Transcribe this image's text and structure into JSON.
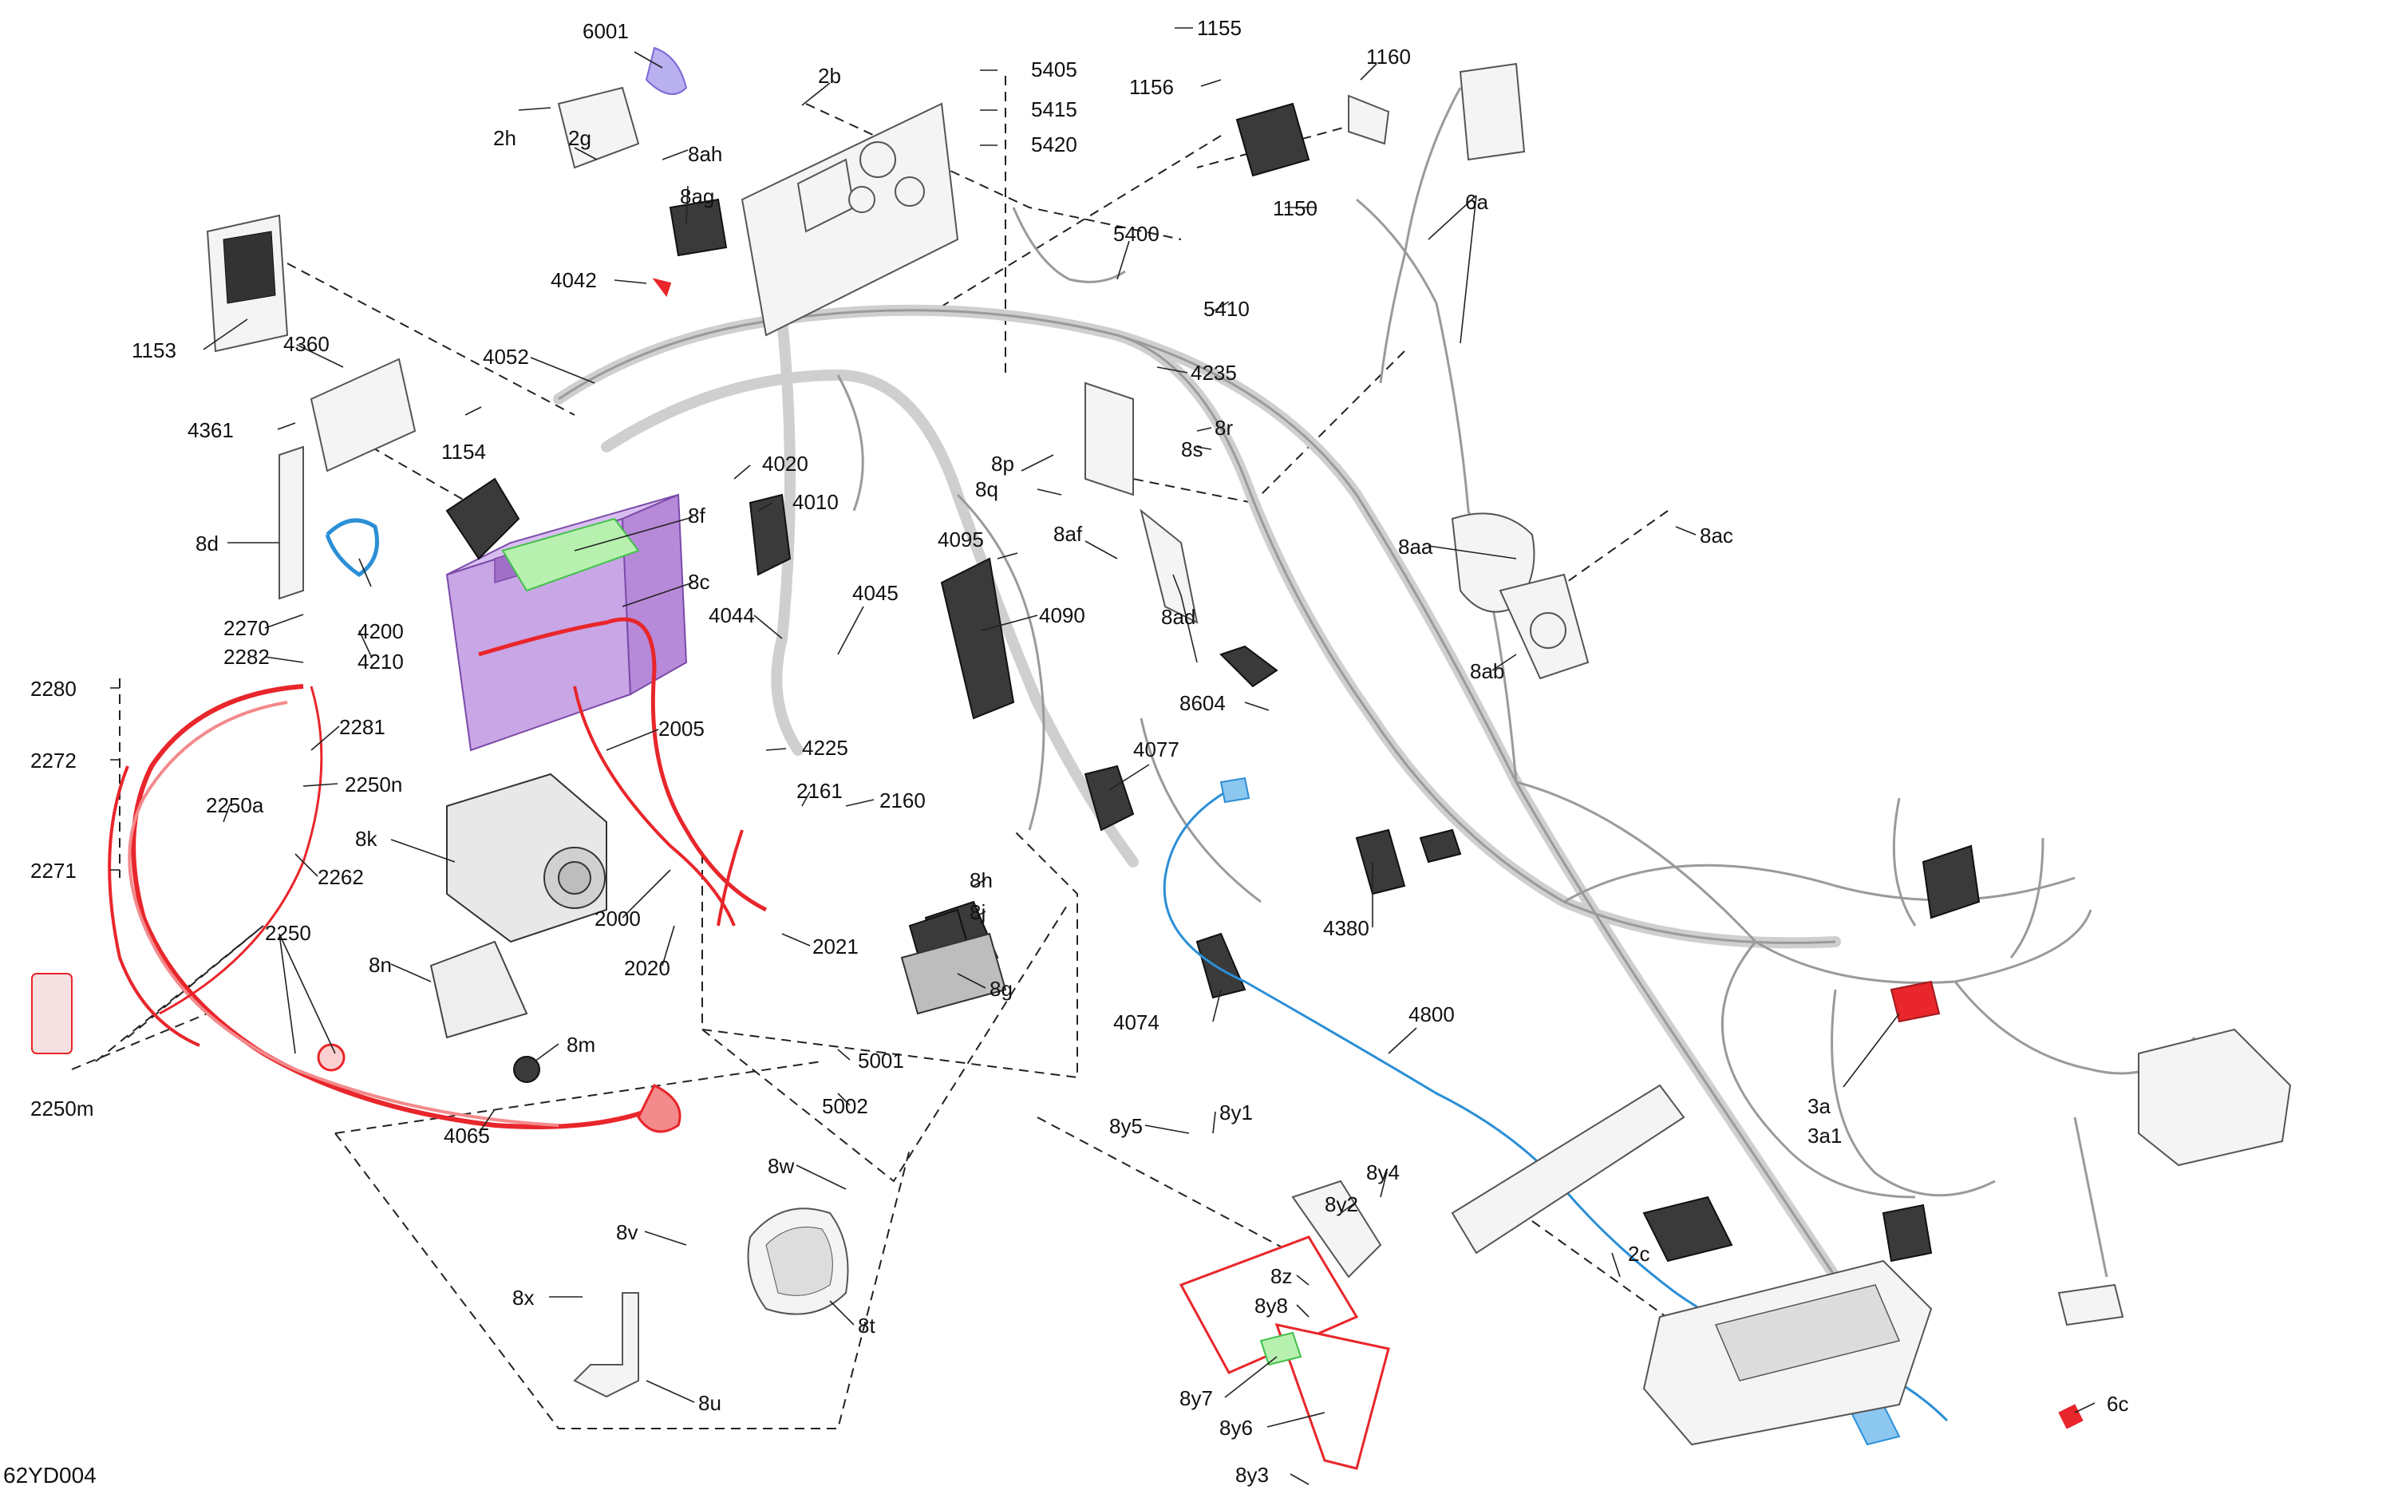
{
  "diagram_code": "62YD004",
  "colors": {
    "red": "#e8262b",
    "blue": "#2b8fd6",
    "purple": "#9b59d0",
    "green": "#42c24a",
    "lavender": "#7a6ad8",
    "battery": "#c9a6e6"
  },
  "callouts": [
    {
      "id": "6001",
      "label": "6001"
    },
    {
      "id": "2b",
      "label": "2b"
    },
    {
      "id": "2h",
      "label": "2h"
    },
    {
      "id": "2g",
      "label": "2g"
    },
    {
      "id": "8ah",
      "label": "8ah"
    },
    {
      "id": "8ag",
      "label": "8ag"
    },
    {
      "id": "4042",
      "label": "4042"
    },
    {
      "id": "1153",
      "label": "1153"
    },
    {
      "id": "4360",
      "label": "4360"
    },
    {
      "id": "4361",
      "label": "4361"
    },
    {
      "id": "4052",
      "label": "4052"
    },
    {
      "id": "1154",
      "label": "1154"
    },
    {
      "id": "4020",
      "label": "4020"
    },
    {
      "id": "4010",
      "label": "4010"
    },
    {
      "id": "8f",
      "label": "8f"
    },
    {
      "id": "8c",
      "label": "8c"
    },
    {
      "id": "8d",
      "label": "8d"
    },
    {
      "id": "4200",
      "label": "4200"
    },
    {
      "id": "4210",
      "label": "4210"
    },
    {
      "id": "2270",
      "label": "2270"
    },
    {
      "id": "2282",
      "label": "2282"
    },
    {
      "id": "2280",
      "label": "2280"
    },
    {
      "id": "2281",
      "label": "2281"
    },
    {
      "id": "2272",
      "label": "2272"
    },
    {
      "id": "2250n",
      "label": "2250n"
    },
    {
      "id": "2250a",
      "label": "2250a"
    },
    {
      "id": "2262",
      "label": "2262"
    },
    {
      "id": "2271",
      "label": "2271"
    },
    {
      "id": "2250",
      "label": "2250"
    },
    {
      "id": "2250m",
      "label": "2250m"
    },
    {
      "id": "4065",
      "label": "4065"
    },
    {
      "id": "8k",
      "label": "8k"
    },
    {
      "id": "8n",
      "label": "8n"
    },
    {
      "id": "8m",
      "label": "8m"
    },
    {
      "id": "2005",
      "label": "2005"
    },
    {
      "id": "2000",
      "label": "2000"
    },
    {
      "id": "2020",
      "label": "2020"
    },
    {
      "id": "2021",
      "label": "2021"
    },
    {
      "id": "2161",
      "label": "2161"
    },
    {
      "id": "2160",
      "label": "2160"
    },
    {
      "id": "4044",
      "label": "4044"
    },
    {
      "id": "4045",
      "label": "4045"
    },
    {
      "id": "4225",
      "label": "4225"
    },
    {
      "id": "4095",
      "label": "4095"
    },
    {
      "id": "4090",
      "label": "4090"
    },
    {
      "id": "8af",
      "label": "8af"
    },
    {
      "id": "8ad",
      "label": "8ad"
    },
    {
      "id": "8604",
      "label": "8604"
    },
    {
      "id": "8p",
      "label": "8p"
    },
    {
      "id": "8q",
      "label": "8q"
    },
    {
      "id": "8r",
      "label": "8r"
    },
    {
      "id": "8s",
      "label": "8s"
    },
    {
      "id": "4235",
      "label": "4235"
    },
    {
      "id": "5400",
      "label": "5400"
    },
    {
      "id": "5410",
      "label": "5410"
    },
    {
      "id": "5405",
      "label": "5405"
    },
    {
      "id": "5415",
      "label": "5415"
    },
    {
      "id": "5420",
      "label": "5420"
    },
    {
      "id": "1155",
      "label": "1155"
    },
    {
      "id": "1156",
      "label": "1156"
    },
    {
      "id": "1150",
      "label": "1150"
    },
    {
      "id": "1160",
      "label": "1160"
    },
    {
      "id": "6a",
      "label": "6a"
    },
    {
      "id": "8aa",
      "label": "8aa"
    },
    {
      "id": "8ab",
      "label": "8ab"
    },
    {
      "id": "8ac",
      "label": "8ac"
    },
    {
      "id": "4077",
      "label": "4077"
    },
    {
      "id": "4074",
      "label": "4074"
    },
    {
      "id": "4380",
      "label": "4380"
    },
    {
      "id": "4800",
      "label": "4800"
    },
    {
      "id": "8h",
      "label": "8h"
    },
    {
      "id": "8j",
      "label": "8j"
    },
    {
      "id": "8g",
      "label": "8g"
    },
    {
      "id": "5001",
      "label": "5001"
    },
    {
      "id": "5002",
      "label": "5002"
    },
    {
      "id": "8w",
      "label": "8w"
    },
    {
      "id": "8v",
      "label": "8v"
    },
    {
      "id": "8x",
      "label": "8x"
    },
    {
      "id": "8t",
      "label": "8t"
    },
    {
      "id": "8u",
      "label": "8u"
    },
    {
      "id": "8y5",
      "label": "8y5"
    },
    {
      "id": "8y1",
      "label": "8y1"
    },
    {
      "id": "8y4",
      "label": "8y4"
    },
    {
      "id": "8y2",
      "label": "8y2"
    },
    {
      "id": "8z",
      "label": "8z"
    },
    {
      "id": "8y8",
      "label": "8y8"
    },
    {
      "id": "8y7",
      "label": "8y7"
    },
    {
      "id": "8y6",
      "label": "8y6"
    },
    {
      "id": "8y3",
      "label": "8y3"
    },
    {
      "id": "3a",
      "label": "3a"
    },
    {
      "id": "3a1",
      "label": "3a1"
    },
    {
      "id": "2c",
      "label": "2c"
    },
    {
      "id": "6c",
      "label": "6c"
    }
  ]
}
